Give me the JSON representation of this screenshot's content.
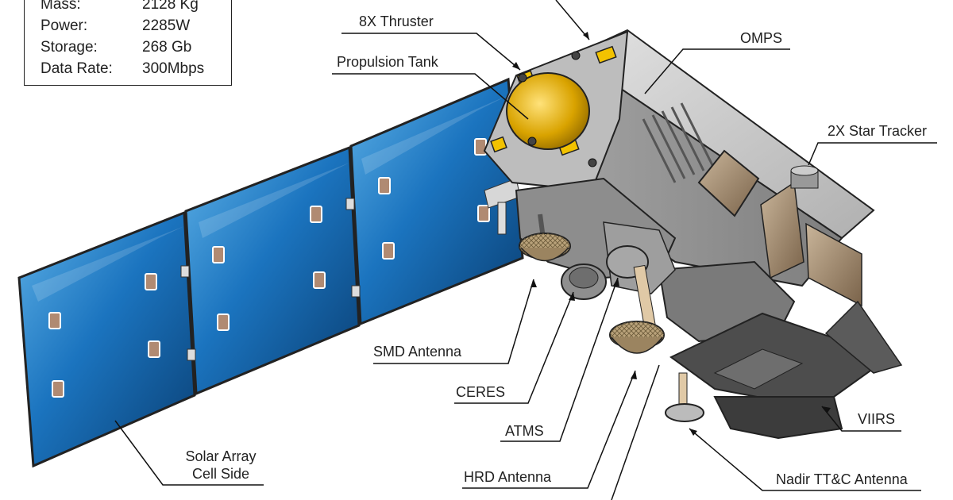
{
  "specs": [
    {
      "label": "Mass:",
      "value": "2128 Kg"
    },
    {
      "label": "Power:",
      "value": "2285W"
    },
    {
      "label": "Storage:",
      "value": "268 Gb"
    },
    {
      "label": "Data Rate:",
      "value": "300Mbps"
    }
  ],
  "callouts": {
    "thruster": "8X Thruster",
    "propulsion_tank": "Propulsion Tank",
    "omps": "OMPS",
    "star_tracker": "2X Star Tracker",
    "smd_antenna": "SMD Antenna",
    "ceres": "CERES",
    "atms": "ATMS",
    "hrd_antenna": "HRD Antenna",
    "viirs": "VIIRS",
    "nadir_antenna": "Nadir TT&C Antenna",
    "solar_array_line1": "Solar Array",
    "solar_array_line2": "Cell Side"
  },
  "colors": {
    "panel_blue_light": "#4fa3dc",
    "panel_blue_dark": "#0b4f8a",
    "body_gray": "#c9c9c9",
    "tank_gold": "#d9a300",
    "bracket_yellow": "#f2c200"
  }
}
